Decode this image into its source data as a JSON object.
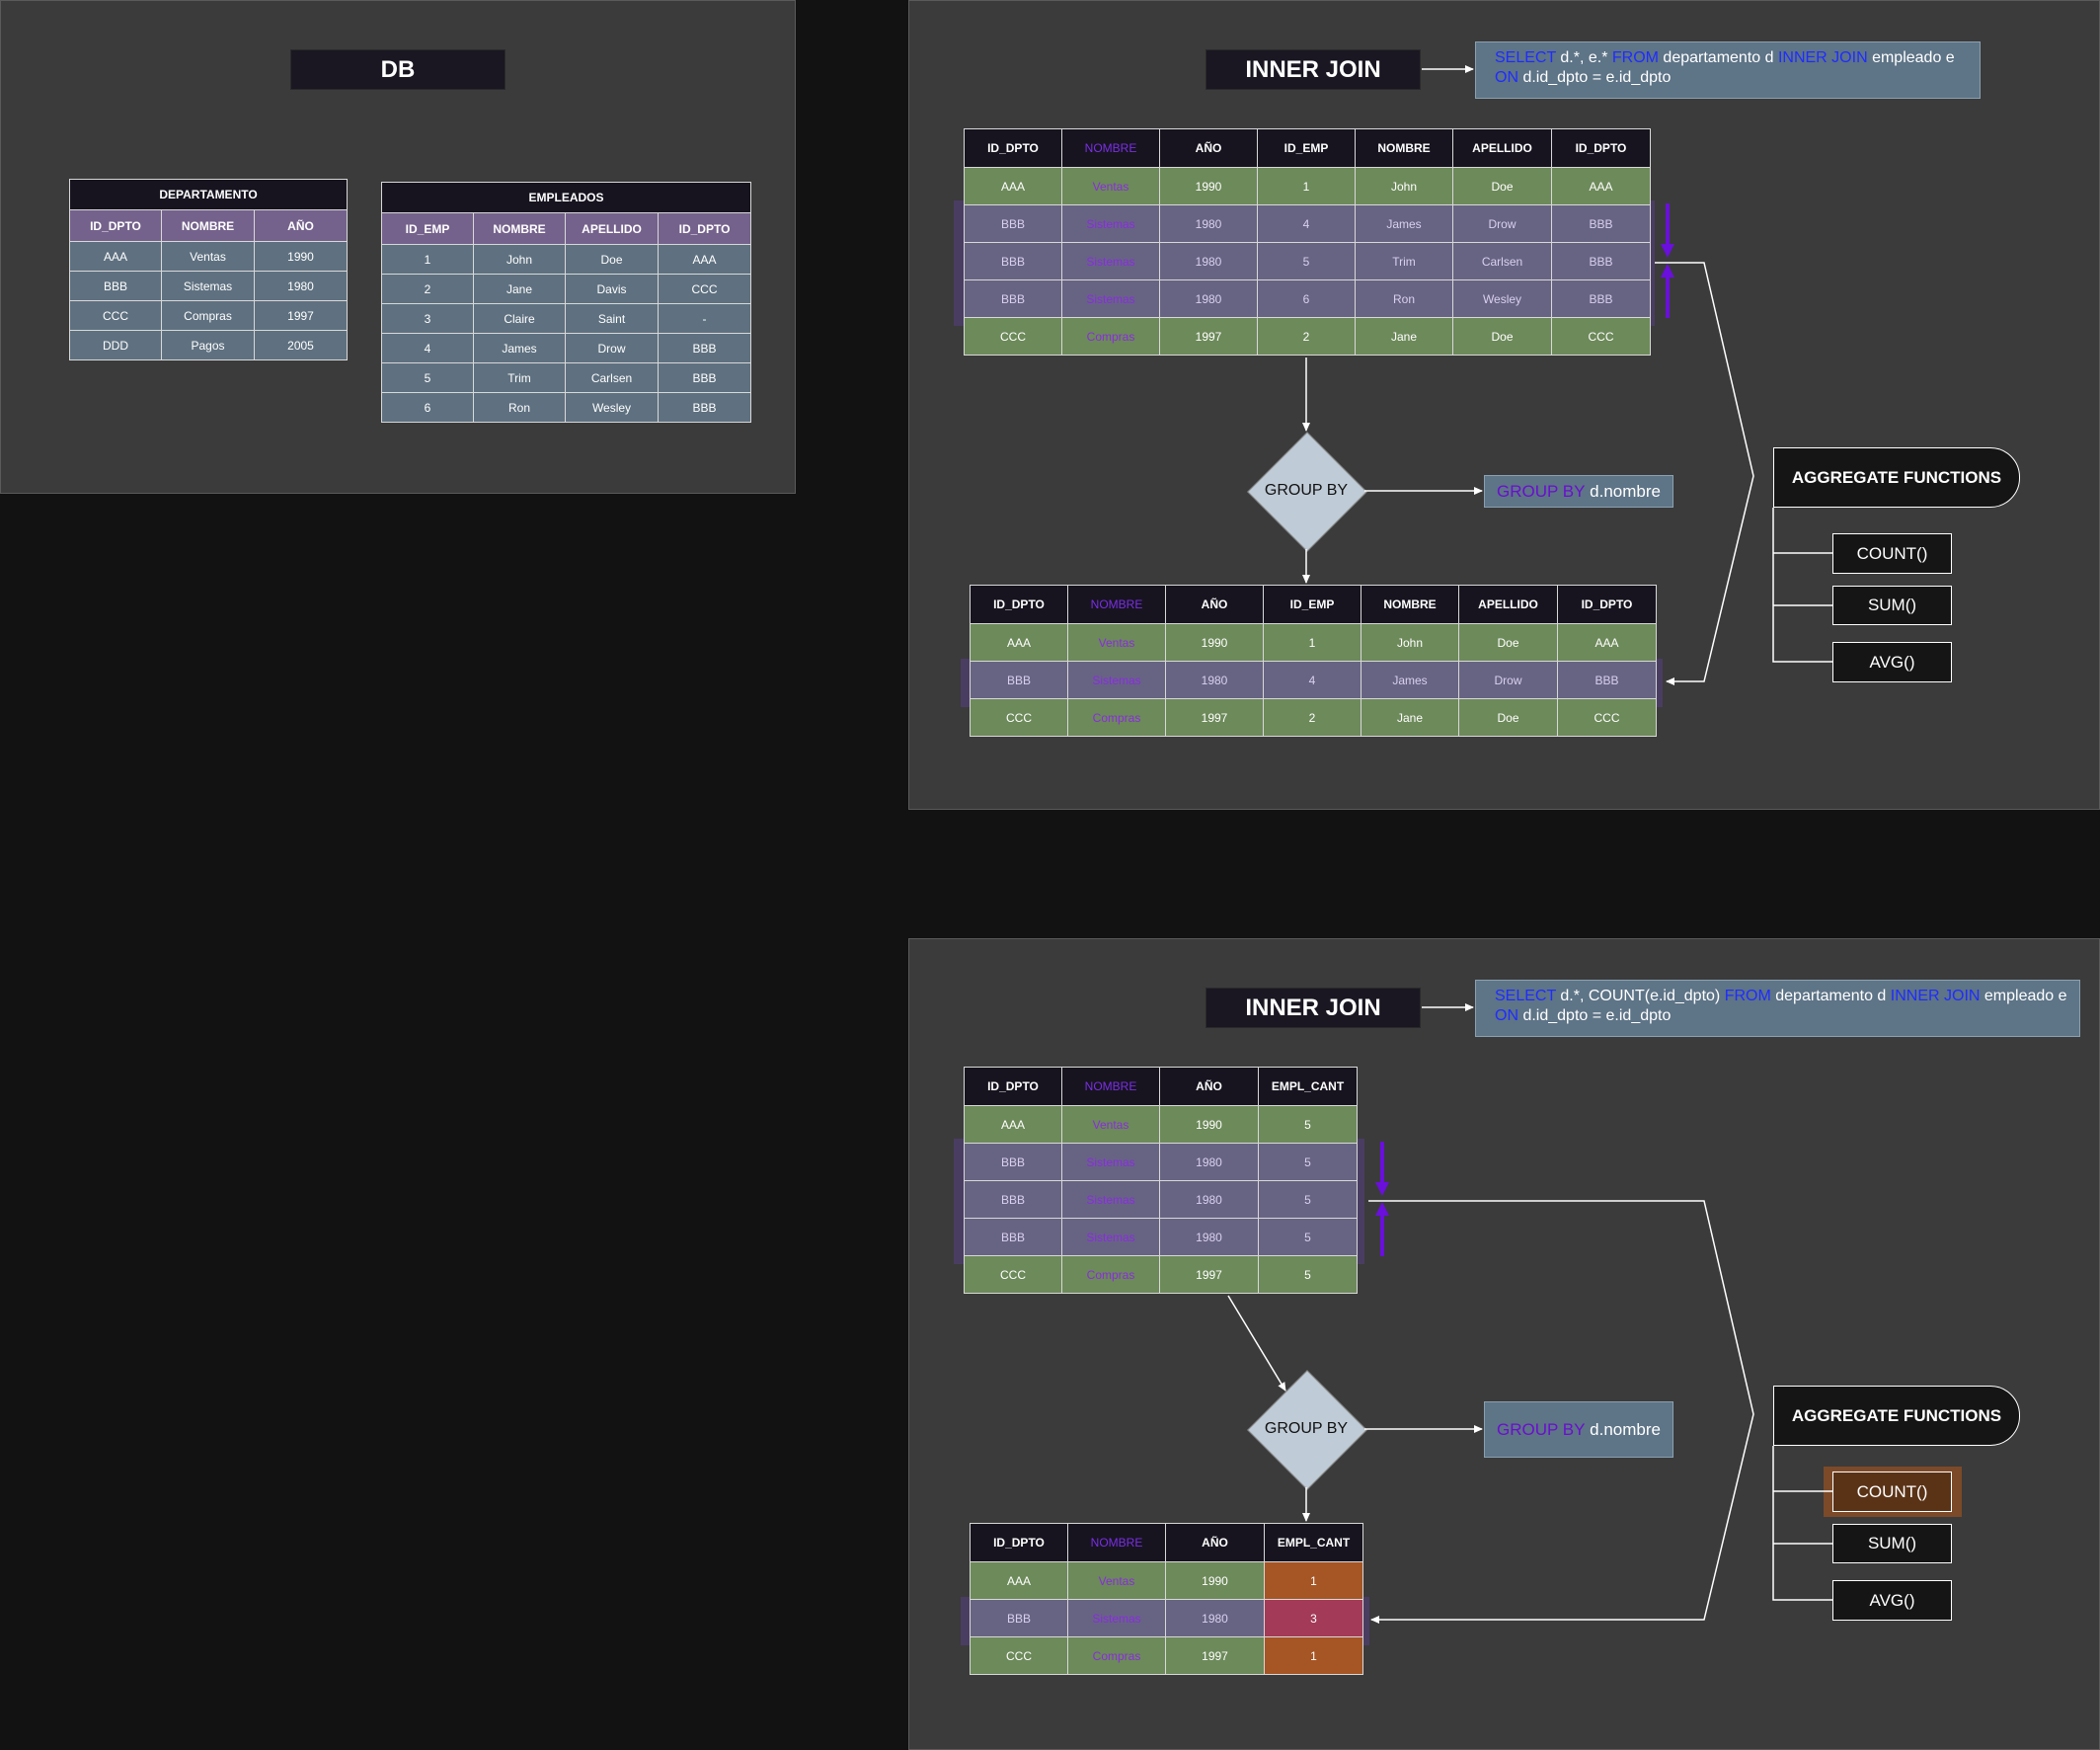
{
  "db_panel": {
    "title": "DB",
    "departamento": {
      "caption": "DEPARTAMENTO",
      "headers": [
        "ID_DPTO",
        "NOMBRE",
        "AÑO"
      ],
      "rows": [
        [
          "AAA",
          "Ventas",
          "1990"
        ],
        [
          "BBB",
          "Sistemas",
          "1980"
        ],
        [
          "CCC",
          "Compras",
          "1997"
        ],
        [
          "DDD",
          "Pagos",
          "2005"
        ]
      ]
    },
    "empleados": {
      "caption": "EMPLEADOS",
      "headers": [
        "ID_EMP",
        "NOMBRE",
        "APELLIDO",
        "ID_DPTO"
      ],
      "rows": [
        [
          "1",
          "John",
          "Doe",
          "AAA"
        ],
        [
          "2",
          "Jane",
          "Davis",
          "CCC"
        ],
        [
          "3",
          "Claire",
          "Saint",
          "-"
        ],
        [
          "4",
          "James",
          "Drow",
          "BBB"
        ],
        [
          "5",
          "Trim",
          "Carlsen",
          "BBB"
        ],
        [
          "6",
          "Ron",
          "Wesley",
          "BBB"
        ]
      ]
    }
  },
  "panel1": {
    "title": "INNER JOIN",
    "sql": {
      "select": "SELECT",
      "select_rest": " d.*, e.* ",
      "from": "FROM",
      "from_rest": " departamento d ",
      "join": "INNER JOIN",
      "join_rest": " empleado e",
      "on": "ON",
      "on_rest": " d.id_dpto = e.id_dpto"
    },
    "join_table": {
      "headers": [
        "ID_DPTO",
        "NOMBRE",
        "AÑO",
        "ID_EMP",
        "NOMBRE",
        "APELLIDO",
        "ID_DPTO"
      ],
      "rows": [
        [
          "AAA",
          "Ventas",
          "1990",
          "1",
          "John",
          "Doe",
          "AAA"
        ],
        [
          "BBB",
          "Sistemas",
          "1980",
          "4",
          "James",
          "Drow",
          "BBB"
        ],
        [
          "BBB",
          "Sistemas",
          "1980",
          "5",
          "Trim",
          "Carlsen",
          "BBB"
        ],
        [
          "BBB",
          "Sistemas",
          "1980",
          "6",
          "Ron",
          "Wesley",
          "BBB"
        ],
        [
          "CCC",
          "Compras",
          "1997",
          "2",
          "Jane",
          "Doe",
          "CCC"
        ]
      ]
    },
    "group_by": {
      "diamond_label": "GROUP BY",
      "kw": "GROUP BY",
      "rest": " d.nombre"
    },
    "result_table": {
      "headers": [
        "ID_DPTO",
        "NOMBRE",
        "AÑO",
        "ID_EMP",
        "NOMBRE",
        "APELLIDO",
        "ID_DPTO"
      ],
      "rows": [
        [
          "AAA",
          "Ventas",
          "1990",
          "1",
          "John",
          "Doe",
          "AAA"
        ],
        [
          "BBB",
          "Sistemas",
          "1980",
          "4",
          "James",
          "Drow",
          "BBB"
        ],
        [
          "CCC",
          "Compras",
          "1997",
          "2",
          "Jane",
          "Doe",
          "CCC"
        ]
      ]
    },
    "aggregate": {
      "title": "AGGREGATE FUNCTIONS",
      "functions": [
        "COUNT()",
        "SUM()",
        "AVG()"
      ]
    }
  },
  "panel2": {
    "title": "INNER JOIN",
    "sql": {
      "select": "SELECT",
      "select_rest": " d.*, COUNT(e.id_dpto) ",
      "from": "FROM",
      "from_rest": " departamento d ",
      "join": "INNER JOIN",
      "join_rest": " empleado e",
      "on": "ON",
      "on_rest": " d.id_dpto = e.id_dpto"
    },
    "join_table": {
      "headers": [
        "ID_DPTO",
        "NOMBRE",
        "AÑO",
        "EMPL_CANT"
      ],
      "rows": [
        [
          "AAA",
          "Ventas",
          "1990",
          "5"
        ],
        [
          "BBB",
          "Sistemas",
          "1980",
          "5"
        ],
        [
          "BBB",
          "Sistemas",
          "1980",
          "5"
        ],
        [
          "BBB",
          "Sistemas",
          "1980",
          "5"
        ],
        [
          "CCC",
          "Compras",
          "1997",
          "5"
        ]
      ]
    },
    "group_by": {
      "diamond_label": "GROUP BY",
      "kw": "GROUP BY",
      "rest": " d.nombre"
    },
    "result_table": {
      "headers": [
        "ID_DPTO",
        "NOMBRE",
        "AÑO",
        "EMPL_CANT"
      ],
      "rows": [
        [
          "AAA",
          "Ventas",
          "1990",
          "1"
        ],
        [
          "BBB",
          "Sistemas",
          "1980",
          "3"
        ],
        [
          "CCC",
          "Compras",
          "1997",
          "1"
        ]
      ]
    },
    "aggregate": {
      "title": "AGGREGATE FUNCTIONS",
      "functions": [
        "COUNT()",
        "SUM()",
        "AVG()"
      ],
      "active_function": "COUNT()"
    }
  },
  "colors": {
    "background": "#121212",
    "panel": "#3b3b3b",
    "header_dark": "#17141f",
    "header_purple": "#75628c",
    "row_green": "#6d8a5a",
    "row_purple": "#676483",
    "row_blue_gray": "#5f7180",
    "keyword_blue": "#1f2cff",
    "keyword_purple": "#6a0fcf",
    "accent_arrow": "#6a0fdc",
    "count_orange": "#a65524",
    "count_red": "#a33a58"
  }
}
